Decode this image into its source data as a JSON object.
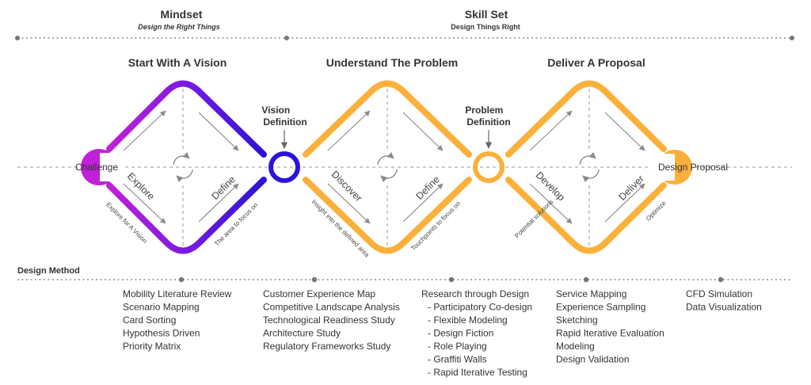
{
  "header": {
    "mindset_title": "Mindset",
    "mindset_sub": "Design the Right Things",
    "skillset_title": "Skill Set",
    "skillset_sub": "Design Things Right"
  },
  "phases": [
    {
      "title": "Start With A Vision",
      "left_label": "Explore",
      "right_label": "Define",
      "left_note": "Explore for A Vision",
      "right_note": "The area to focus on"
    },
    {
      "title": "Understand The Problem",
      "left_label": "Discover",
      "right_label": "Define",
      "left_note": "Insight into the defined area",
      "right_note": "Touchpoints to focus on"
    },
    {
      "title": "Deliver A Proposal",
      "left_label": "Develop",
      "right_label": "Deliver",
      "left_note": "Potential solutions",
      "right_note": "Optimize"
    }
  ],
  "nodes": {
    "challenge": "Challenge",
    "design_proposal": "Design Proposal",
    "vision_definition": [
      "Vision",
      "Definition"
    ],
    "problem_definition": [
      "Problem",
      "Definition"
    ]
  },
  "colors": {
    "purple": "#a020e0",
    "blue": "#2a14d8",
    "orange": "#fbb03b",
    "grey": "#8c8c8c"
  },
  "design_method": {
    "title": "Design Method",
    "columns": [
      [
        "Mobility Literature Review",
        "Scenario Mapping",
        "Card Sorting",
        "Hypothesis Driven",
        "Priority Matrix"
      ],
      [
        "Customer Experience Map",
        "Competitive Landscape Analysis",
        "Technological Readiness Study",
        "Architecture Study",
        "Regulatory Frameworks Study"
      ],
      [
        "Research through Design",
        "- Participatory Co-design",
        "- Flexible Modeling",
        "- Design Fiction",
        "- Role Playing",
        "- Graffiti Walls",
        "- Rapid Iterative Testing"
      ],
      [
        "Service Mapping",
        "Experience Sampling",
        "Sketching",
        "Rapid Iterative Evaluation",
        "Modeling",
        "Design Validation"
      ],
      [
        "CFD Simulation",
        "Data Visualization"
      ]
    ]
  }
}
